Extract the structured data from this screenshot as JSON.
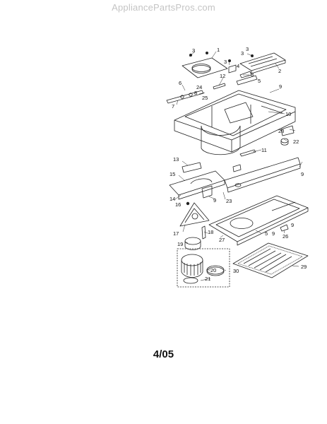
{
  "watermark": "AppliancePartsPros.com",
  "date_code": "4/05",
  "callouts": [
    "1",
    "2",
    "3",
    "3",
    "3",
    "3",
    "4",
    "5",
    "5",
    "6",
    "7",
    "8",
    "9",
    "9",
    "9",
    "9",
    "9",
    "10",
    "11",
    "12",
    "13",
    "14",
    "15",
    "16",
    "17",
    "18",
    "19",
    "20",
    "21",
    "22",
    "23",
    "24",
    "25",
    "26",
    "27",
    "28",
    "29",
    "30"
  ]
}
